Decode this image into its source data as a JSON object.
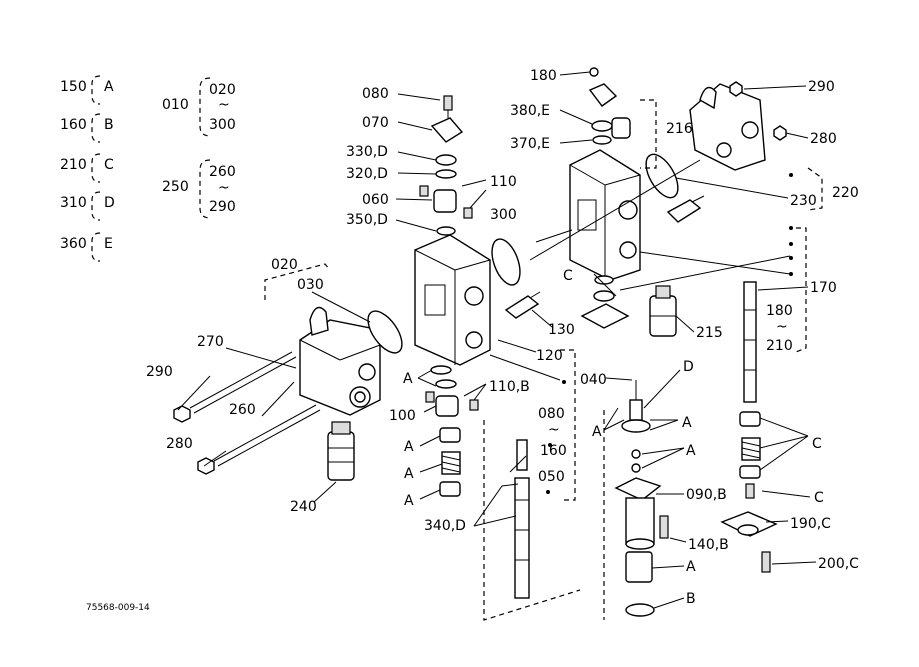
{
  "legend_left": [
    {
      "num": "150",
      "code": "A"
    },
    {
      "num": "160",
      "code": "B"
    },
    {
      "num": "210",
      "code": "C"
    },
    {
      "num": "310",
      "code": "D"
    },
    {
      "num": "360",
      "code": "E"
    }
  ],
  "legend_ranges": [
    {
      "num": "010",
      "from": "020",
      "to": "300",
      "sep": "~"
    },
    {
      "num": "250",
      "from": "260",
      "to": "290",
      "sep": "~"
    }
  ],
  "callouts": [
    "080",
    "070",
    "330,D",
    "320,D",
    "060",
    "110",
    "350,D",
    "300",
    "020",
    "030",
    "270",
    "290",
    "260",
    "280",
    "240",
    "130",
    "120",
    "A",
    "110,B",
    "100",
    "A",
    "A",
    "A",
    "340,D",
    "080",
    "~",
    "160",
    "050",
    "040",
    "D",
    "A",
    "A",
    "A",
    "090,B",
    "140,B",
    "A",
    "B",
    "180",
    "380,E",
    "370,E",
    "216",
    "290",
    "280",
    "220",
    "230",
    "C",
    "215",
    "170",
    "180",
    "~",
    "210",
    "C",
    "C",
    "190,C",
    "200,C"
  ],
  "footer_code": "75568-009-14"
}
